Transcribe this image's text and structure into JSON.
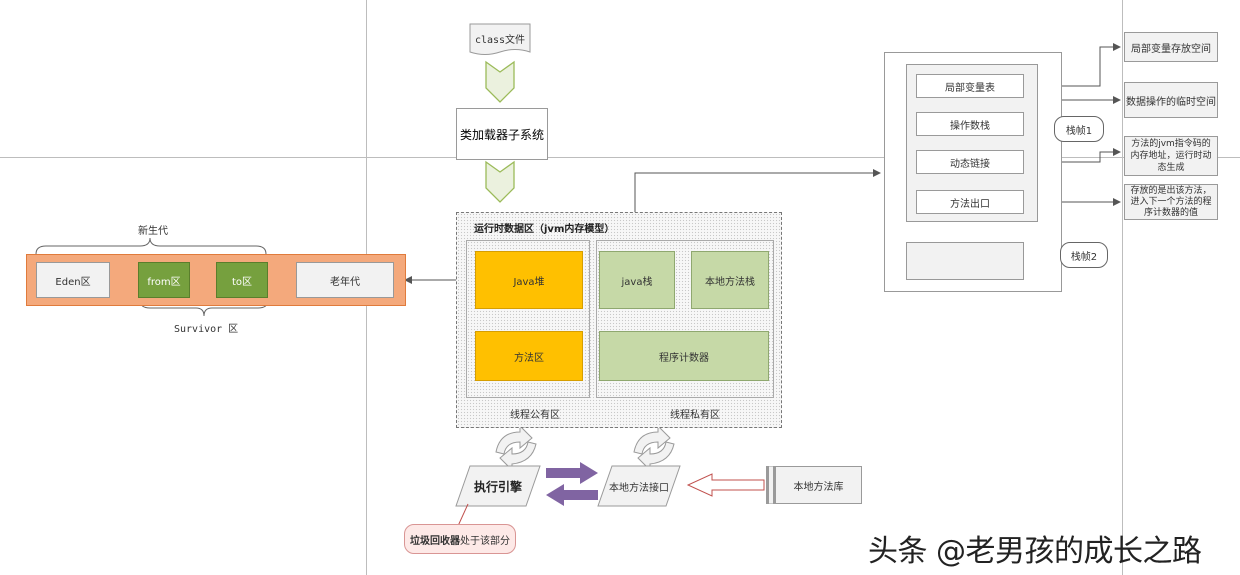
{
  "class_file": "class文件",
  "classloader": "类加载器子系统",
  "runtime_area": {
    "title": "运行时数据区（jvm内存模型）",
    "java_heap": "Java堆",
    "method_area": "方法区",
    "java_stack": "java栈",
    "native_method_stack": "本地方法栈",
    "program_counter": "程序计数器",
    "shared_label": "线程公有区",
    "private_label": "线程私有区"
  },
  "heap_breakdown": {
    "young_gen": "新生代",
    "eden": "Eden区",
    "from": "from区",
    "to": "to区",
    "old_gen": "老年代",
    "survivor": "Survivor 区"
  },
  "execution_engine": "执行引擎",
  "native_interface": "本地方法接口",
  "native_library": "本地方法库",
  "gc_note": {
    "bold": "垃圾回收器",
    "rest": "处于该部分"
  },
  "stack_frame": {
    "local_vars": "局部变量表",
    "operand_stack": "操作数栈",
    "dynamic_link": "动态链接",
    "return_addr": "方法出口",
    "frame1": "栈帧1",
    "frame2": "栈帧2"
  },
  "annotations": {
    "local_vars_note": "局部变量存放空间",
    "operand_note": "数据操作的临时空间",
    "dynamic_note": "方法的jvm指令码的内存地址，运行时动态生成",
    "return_note": "存放的是出该方法，进入下一个方法的程序计数器的值"
  },
  "watermark": "头条 @老男孩的成长之路",
  "colors": {
    "heap": "#ffc000",
    "thread_private": "#c6d9a7",
    "survivor": "#76a03e",
    "heap_band": "#f4a97c",
    "arrow_purple": "#8064a2"
  }
}
